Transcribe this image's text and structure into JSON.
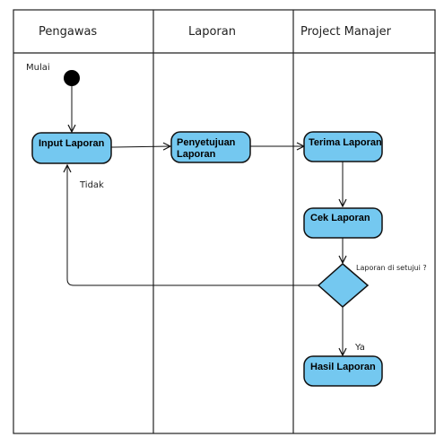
{
  "lanes": [
    {
      "title": "Pengawas"
    },
    {
      "title": "Laporan"
    },
    {
      "title": "Project Manajer"
    }
  ],
  "start": {
    "label": "Mulai"
  },
  "nodes": {
    "input": {
      "label": "Input Laporan"
    },
    "penyetujuan": {
      "line1": "Penyetujuan",
      "line2": "Laporan"
    },
    "terima": {
      "label": "Terima Laporan"
    },
    "cek": {
      "label": "Cek Laporan"
    },
    "hasil": {
      "label": "Hasil Laporan"
    }
  },
  "decision": {
    "label": "Laporan di setujui ?"
  },
  "edges": {
    "no_label": "Tidak",
    "yes_label": "Ya"
  },
  "colors": {
    "node_fill": "#74c8f0",
    "stroke": "#111111",
    "lane_border": "#222222"
  }
}
